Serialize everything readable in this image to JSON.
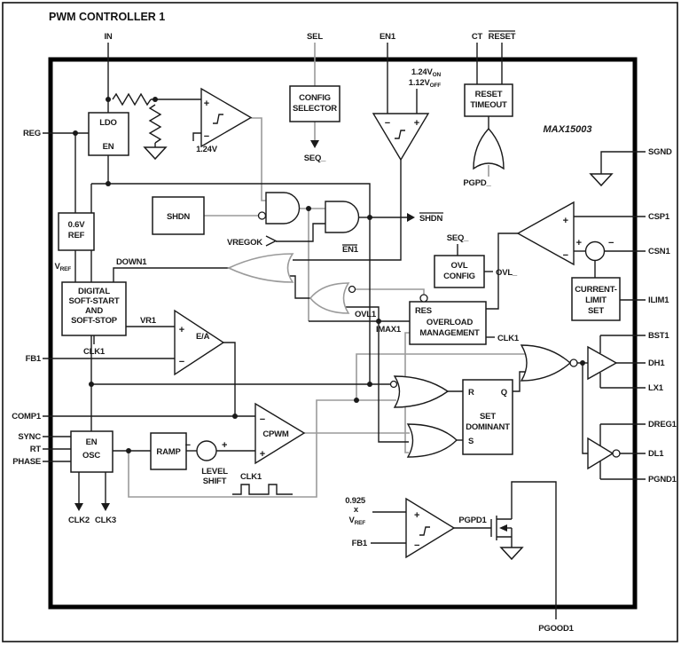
{
  "title": "PWM CONTROLLER 1",
  "part": "MAX15003",
  "pins": {
    "top": [
      "IN",
      "SEL",
      "EN1",
      "CT",
      "RESET"
    ],
    "left": [
      "REG",
      "FB1",
      "COMP1",
      "SYNC",
      "RT",
      "PHASE"
    ],
    "right": [
      "SGND",
      "CSP1",
      "CSN1",
      "ILIM1",
      "BST1",
      "DH1",
      "LX1",
      "DREG1",
      "DL1",
      "PGND1"
    ],
    "bottom": [
      "PGOOD1"
    ]
  },
  "blocks": {
    "ldo": [
      "LDO",
      "EN"
    ],
    "config_selector": [
      "CONFIG",
      "SELECTOR"
    ],
    "reset_timeout": [
      "RESET",
      "TIMEOUT"
    ],
    "shdn": [
      "SHDN"
    ],
    "vref_block": [
      "0.6V",
      "REF"
    ],
    "soft_start": [
      "DIGITAL",
      "SOFT-START",
      "AND",
      "SOFT-STOP"
    ],
    "ovl_config": [
      "OVL",
      "CONFIG"
    ],
    "overload": [
      "RES",
      "OVERLOAD",
      "MANAGEMENT"
    ],
    "current_limit": [
      "CURRENT-",
      "LIMIT",
      "SET"
    ],
    "latch": [
      "R",
      "Q",
      "SET",
      "DOMINANT",
      "S"
    ],
    "ramp": [
      "RAMP"
    ],
    "osc": [
      "EN",
      "OSC"
    ],
    "level_shift": [
      "LEVEL",
      "SHIFT"
    ],
    "ea": [
      "E/A"
    ],
    "cpwm": [
      "CPWM"
    ]
  },
  "signals": {
    "seq": "SEQ_",
    "pgpd": "PGPD_",
    "shdn_bar": "SHDN",
    "en1_bar": "EN1",
    "vregok": "VREGOK",
    "down1": "DOWN1",
    "vr1": "VR1",
    "clk1": "CLK1",
    "clk2": "CLK2",
    "clk3": "CLK3",
    "ovl": "OVL_",
    "ovl1": "OVL1",
    "imax1": "IMAX1",
    "pgpd1": "PGPD1"
  },
  "values": {
    "v_1_24": "1.24V",
    "von_base": "1.24V",
    "von_sub": "ON",
    "voff_base": "1.12V",
    "voff_sub": "OFF",
    "vref_base": "V",
    "vref_sub": "REF",
    "pg_a": "0.925",
    "pg_b": "x",
    "fb1": "FB1"
  },
  "sym": {
    "plus": "+",
    "minus": "−"
  },
  "colors": {
    "wire_black": "#1a1a1a",
    "wire_gray": "#9a9a9a",
    "background": "#ffffff"
  }
}
